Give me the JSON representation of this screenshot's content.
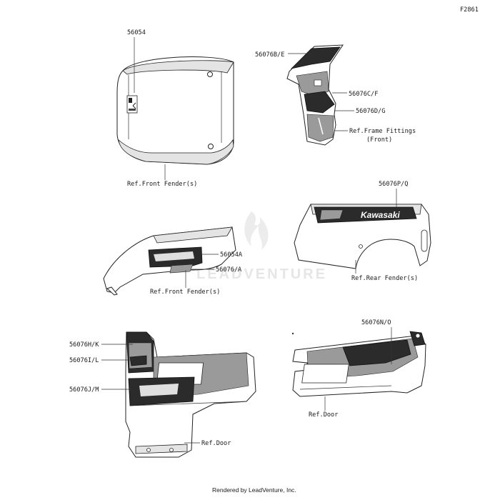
{
  "diagram_code": "F2861",
  "watermark": "LEADVENTURE",
  "footer": "Rendered by LeadVenture, Inc.",
  "labels": {
    "hood_part": "56054",
    "hood_ref": "Ref.Front Fender(s)",
    "side_upper_b": "56076B/E",
    "side_upper_c": "56076C/F",
    "side_upper_d": "56076D/G",
    "frame_ref_1": "Ref.Frame Fittings",
    "frame_ref_2": "(Front)",
    "rear_part": "56076P/Q",
    "rear_ref": "Ref.Rear Fender(s)",
    "front_fender_a": "56054A",
    "front_fender_b": "56076/A",
    "front_fender_ref": "Ref.Front Fender(s)",
    "door_h": "56076H/K",
    "door_i": "56076I/L",
    "door_j": "56076J/M",
    "door_left_ref": "Ref.Door",
    "door_right_part": "56076N/O",
    "door_right_ref": "Ref.Door"
  },
  "decal_text": {
    "kawasaki": "Kawasaki"
  }
}
